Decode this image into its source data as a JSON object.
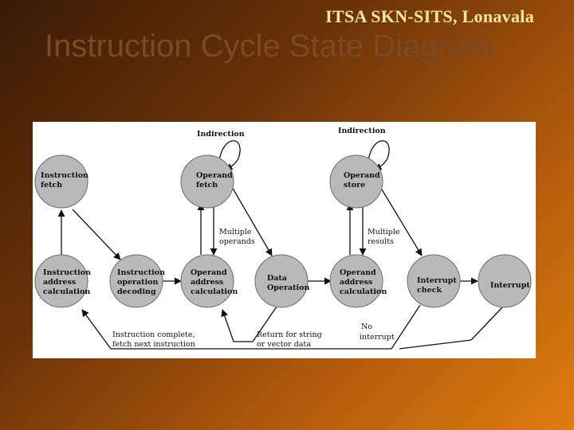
{
  "header": {
    "brand": "ITSA SKN-SITS, Lonavala",
    "title": "Instruction Cycle State Diagram"
  },
  "diagram": {
    "nodes": {
      "instruction_fetch": [
        "Instruction",
        "fetch"
      ],
      "operand_fetch": [
        "Operand",
        "fetch"
      ],
      "operand_store": [
        "Operand",
        "store"
      ],
      "instruction_address_calc": [
        "Instruction",
        "address",
        "calculation"
      ],
      "instruction_op_decoding": [
        "Instruction",
        "operation",
        "decoding"
      ],
      "operand_address_calc_1": [
        "Operand",
        "address",
        "calculation"
      ],
      "data_operation": [
        "Data",
        "Operation"
      ],
      "operand_address_calc_2": [
        "Operand",
        "address",
        "calculation"
      ],
      "interrupt_check": [
        "Interrupt",
        "check"
      ],
      "interrupt": [
        "Interrupt"
      ]
    },
    "labels": {
      "indirection_left": "Indirection",
      "indirection_right": "Indirection",
      "multiple_operands": [
        "Multiple",
        "operands"
      ],
      "multiple_results": [
        "Multiple",
        "results"
      ],
      "instruction_complete": [
        "Instruction complete,",
        "fetch next instruction"
      ],
      "return_for_string": [
        "Return for string",
        "or vector data"
      ],
      "no_interrupt": [
        "No",
        "interrupt"
      ]
    }
  }
}
